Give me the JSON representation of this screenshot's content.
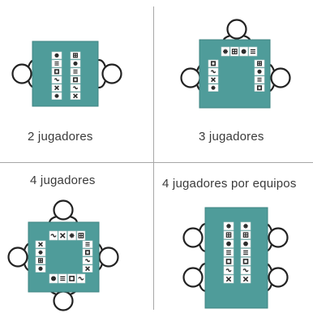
{
  "captions": {
    "two_players": "2 jugadores",
    "three_players": "3 jugadores",
    "four_players": "4 jugadores",
    "four_players_teams": "4 jugadores por equipos"
  },
  "colors": {
    "table": "#4f9c9a",
    "table_edge": "#3f8583",
    "tile_face": "#ffffff",
    "tile_symbol": "#2c2c2c",
    "player_outline": "#222222",
    "divider": "#a7a7a7",
    "caption_text": "#3a3a3a"
  },
  "icons": {
    "player": "seated-player-icon",
    "tile": "game-tile-icon"
  }
}
